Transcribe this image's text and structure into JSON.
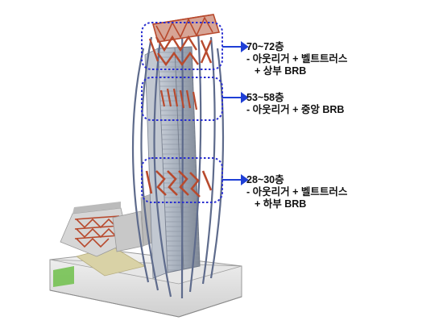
{
  "callouts": [
    {
      "id": "top",
      "floors": "70~72층",
      "lines": [
        "- 아웃리거 + 벨트트러스",
        "+ 상부 BRB"
      ]
    },
    {
      "id": "middle",
      "floors": "53~58층",
      "lines": [
        "- 아웃리거 + 중앙 BRB"
      ]
    },
    {
      "id": "lower",
      "floors": "28~30층",
      "lines": [
        "- 아웃리거 + 벨트트러스",
        "+ 하부 BRB"
      ]
    }
  ],
  "colors": {
    "highlight_box": "#2a2fd0",
    "arrow": "#1f3fd6",
    "brace": "#b84a2e",
    "core": "#9aa3b0",
    "column": "#5e6b8c"
  },
  "icons": [
    "tower-3d-model",
    "arrow-right"
  ]
}
